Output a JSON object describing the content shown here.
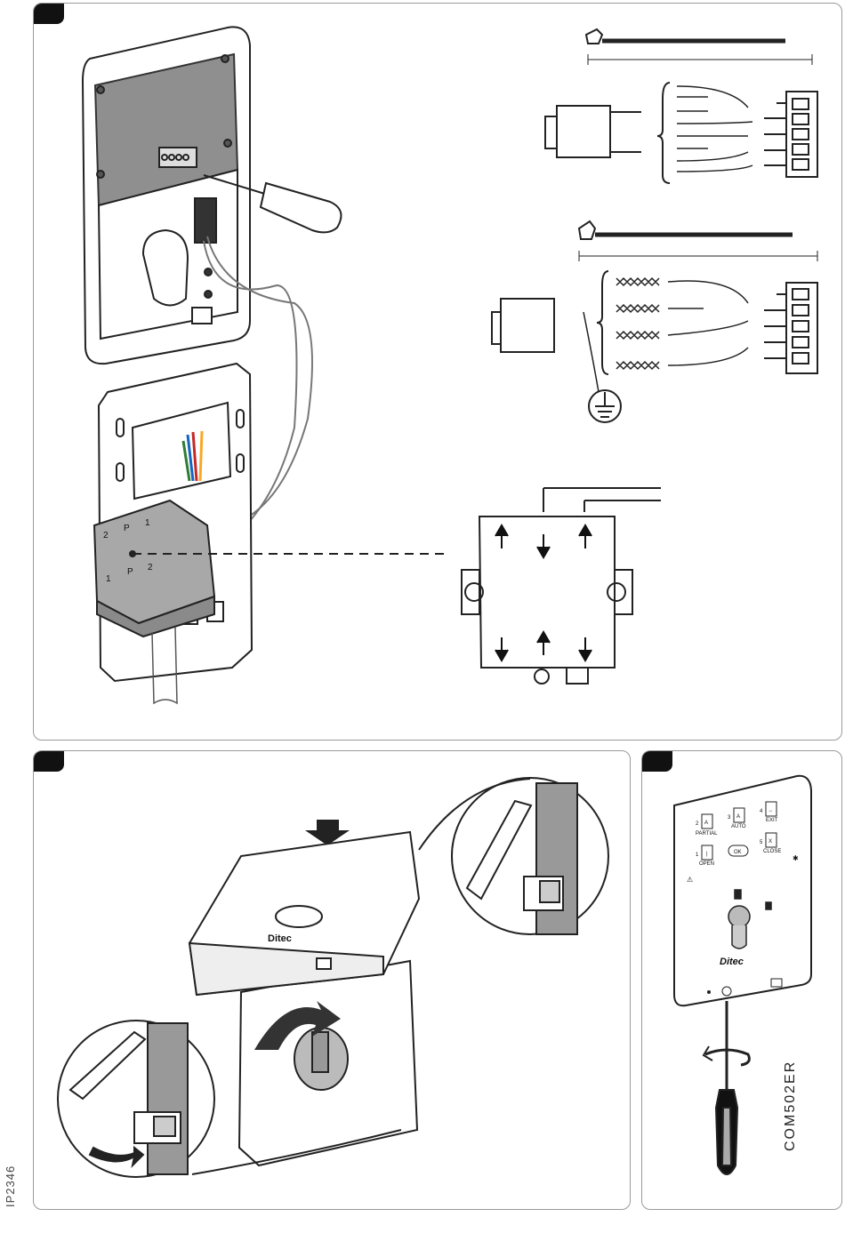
{
  "doc_code": "IP2346",
  "model": "COM502ER",
  "brand": "Ditec",
  "keypad": {
    "keys": [
      {
        "number": "2",
        "symbol": "A",
        "caption": "PARTIAL"
      },
      {
        "number": "3",
        "symbol": "A",
        "caption": "AUTO"
      },
      {
        "number": "4",
        "symbol": "→",
        "caption": "EXIT"
      },
      {
        "number": "1",
        "symbol": "|",
        "caption": "OPEN"
      },
      {
        "number": "",
        "symbol": "OK",
        "caption": ""
      },
      {
        "number": "5",
        "symbol": "X",
        "caption": "CLOSE"
      }
    ],
    "warning_symbol": "⚠",
    "bluetooth_symbol": "✱"
  },
  "switch_labels": {
    "top_left": "2",
    "top_mid": "P",
    "top_right": "1",
    "bottom_left": "1",
    "bottom_mid": "P",
    "bottom_right": "2"
  }
}
